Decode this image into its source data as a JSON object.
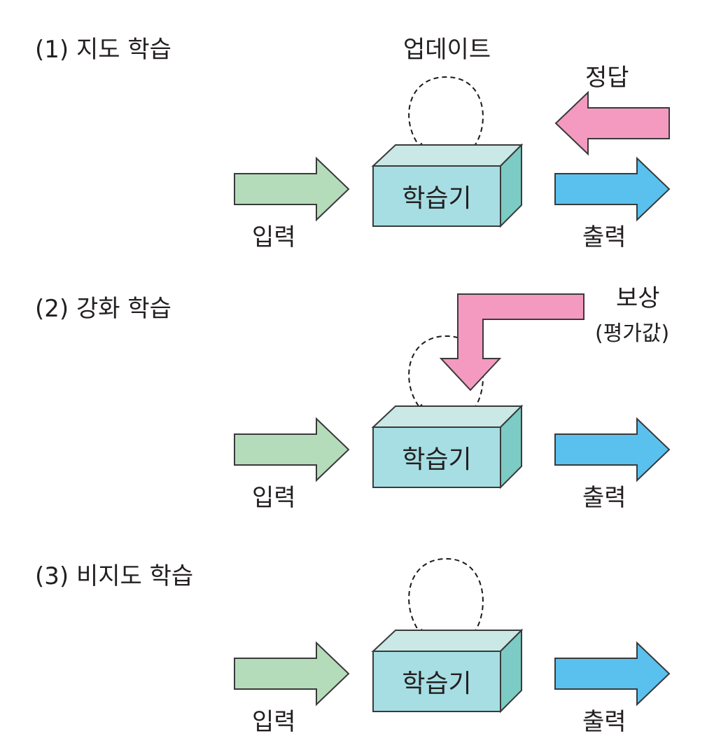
{
  "colors": {
    "input_arrow": "#b5dcba",
    "output_arrow": "#5ac1ee",
    "feedback_arrow": "#f49ac1",
    "box_front": "#a6dee3",
    "box_top": "#c9e8e6",
    "box_side": "#7ccbc4",
    "outline": "#3a3a3a"
  },
  "sections": [
    {
      "title": "(1) 지도 학습",
      "box_label": "학습기",
      "input_label": "입력",
      "output_label": "출력",
      "update_label": "업데이트",
      "feedback_label": "정답"
    },
    {
      "title": "(2) 강화 학습",
      "box_label": "학습기",
      "input_label": "입력",
      "output_label": "출력",
      "feedback_label": "보상",
      "feedback_sublabel": "(평가값)"
    },
    {
      "title": "(3) 비지도 학습",
      "box_label": "학습기",
      "input_label": "입력",
      "output_label": "출력"
    }
  ]
}
